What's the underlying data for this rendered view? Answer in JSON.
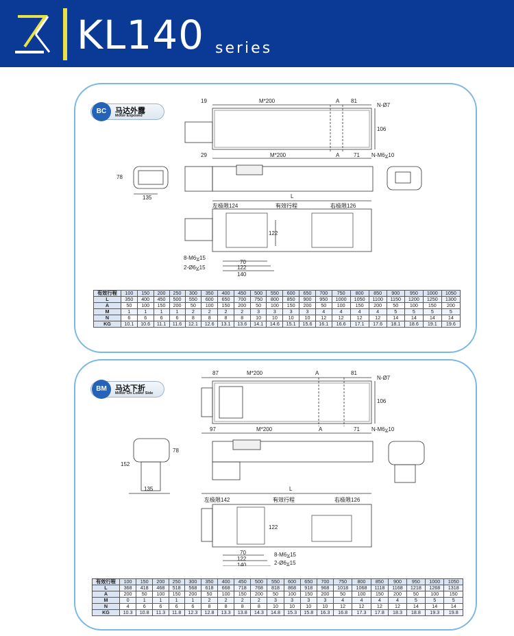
{
  "header": {
    "title": "KL140",
    "subtitle": "series",
    "bg_color": "#0a3a95",
    "accent_color": "#e9e14a",
    "logo_icon": "zk-logo-icon"
  },
  "sections": [
    {
      "badge_code": "BC",
      "badge_cn": "马达外露",
      "badge_en": "Motor Exposed",
      "dims": {
        "top_left": "19",
        "top_m": "M*200",
        "top_a": "A",
        "top_81": "81",
        "top_hole": "N-Ø7",
        "height_106": "106",
        "bottom_left": "29",
        "bottom_m": "M*200",
        "bottom_a": "A",
        "bottom_71": "71",
        "bottom_thread": "N-M6⩣10",
        "side_78": "78",
        "side_135": "135",
        "length_L": "L",
        "left_limit": "左极限124",
        "stroke": "有效行程",
        "right_limit": "右极限126",
        "width_122": "122",
        "slider_thread": "8-M6⩣15",
        "slider_pin": "2-Ø6⩣15",
        "slider_70": "70",
        "slider_122": "122",
        "slider_140": "140"
      },
      "table": [
        [
          "有效行程",
          "100",
          "150",
          "200",
          "250",
          "300",
          "350",
          "400",
          "450",
          "500",
          "550",
          "600",
          "650",
          "700",
          "750",
          "800",
          "850",
          "900",
          "950",
          "1000",
          "1050"
        ],
        [
          "L",
          "350",
          "400",
          "450",
          "500",
          "550",
          "600",
          "650",
          "700",
          "750",
          "800",
          "850",
          "900",
          "950",
          "1000",
          "1050",
          "1100",
          "1150",
          "1200",
          "1250",
          "1300"
        ],
        [
          "A",
          "50",
          "100",
          "150",
          "200",
          "50",
          "100",
          "150",
          "200",
          "50",
          "100",
          "150",
          "200",
          "50",
          "100",
          "150",
          "200",
          "50",
          "100",
          "150",
          "200"
        ],
        [
          "M",
          "1",
          "1",
          "1",
          "1",
          "2",
          "2",
          "2",
          "2",
          "3",
          "3",
          "3",
          "3",
          "4",
          "4",
          "4",
          "4",
          "5",
          "5",
          "5",
          "5"
        ],
        [
          "N",
          "6",
          "6",
          "6",
          "6",
          "8",
          "8",
          "8",
          "8",
          "10",
          "10",
          "10",
          "10",
          "12",
          "12",
          "12",
          "12",
          "14",
          "14",
          "14",
          "14"
        ],
        [
          "KG",
          "10.1",
          "10.6",
          "11.1",
          "11.6",
          "12.1",
          "12.6",
          "13.1",
          "13.6",
          "14.1",
          "14.6",
          "15.1",
          "15.6",
          "16.1",
          "16.6",
          "17.1",
          "17.6",
          "18.1",
          "18.6",
          "19.1",
          "19.6"
        ]
      ]
    },
    {
      "badge_code": "BM",
      "badge_cn": "马达下折",
      "badge_en": "Motor On Lower Side",
      "dims": {
        "top_left": "87",
        "top_m": "M*200",
        "top_a": "A",
        "top_81": "81",
        "top_hole": "N-Ø7",
        "height_106": "106",
        "bottom_left": "97",
        "bottom_m": "M*200",
        "bottom_a": "A",
        "bottom_71": "71",
        "bottom_thread": "N-M6⩣10",
        "side_78": "78",
        "side_152": "152",
        "side_135": "135",
        "length_L": "L",
        "left_limit": "左极限142",
        "stroke": "有效行程",
        "right_limit": "右极限126",
        "width_122": "122",
        "slider_thread": "8-M6⩣15",
        "slider_pin": "2-Ø6⩣15",
        "slider_70": "70",
        "slider_122": "122",
        "slider_140": "140"
      },
      "table": [
        [
          "有效行程",
          "100",
          "150",
          "200",
          "250",
          "300",
          "350",
          "400",
          "450",
          "500",
          "550",
          "600",
          "650",
          "700",
          "750",
          "800",
          "850",
          "900",
          "950",
          "1000",
          "1050"
        ],
        [
          "L",
          "368",
          "418",
          "468",
          "518",
          "568",
          "618",
          "668",
          "718",
          "768",
          "818",
          "868",
          "918",
          "968",
          "1018",
          "1068",
          "1118",
          "1168",
          "1218",
          "1268",
          "1318"
        ],
        [
          "A",
          "200",
          "50",
          "100",
          "150",
          "200",
          "50",
          "100",
          "150",
          "200",
          "50",
          "100",
          "150",
          "200",
          "50",
          "100",
          "150",
          "200",
          "50",
          "100",
          "150"
        ],
        [
          "M",
          "0",
          "1",
          "1",
          "1",
          "1",
          "2",
          "2",
          "2",
          "2",
          "3",
          "3",
          "3",
          "3",
          "4",
          "4",
          "4",
          "4",
          "5",
          "5",
          "5"
        ],
        [
          "N",
          "4",
          "6",
          "6",
          "6",
          "6",
          "8",
          "8",
          "8",
          "8",
          "10",
          "10",
          "10",
          "10",
          "12",
          "12",
          "12",
          "12",
          "14",
          "14",
          "14"
        ],
        [
          "KG",
          "10.3",
          "10.8",
          "11.3",
          "11.8",
          "12.3",
          "12.8",
          "13.3",
          "13.8",
          "14.3",
          "14.8",
          "15.3",
          "15.8",
          "16.3",
          "16.8",
          "17.3",
          "17.8",
          "18.3",
          "18.8",
          "19.3",
          "19.8"
        ]
      ]
    }
  ]
}
